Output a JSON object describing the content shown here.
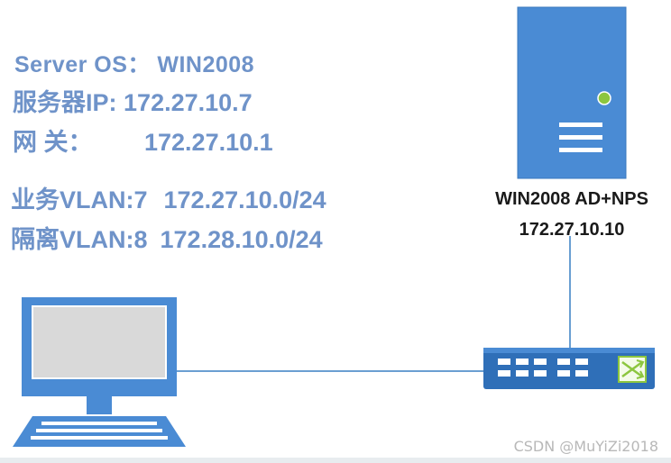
{
  "info": {
    "server_os": "Server OS： WIN2008",
    "server_ip_label": "服务器IP:",
    "server_ip": "172.27.10.7",
    "gateway_label": "网   关：",
    "gateway": "172.27.10.1",
    "vlan_business_label": "业务VLAN:7",
    "vlan_business_net": "172.27.10.0/24",
    "vlan_isolation_label": "隔离VLAN:8",
    "vlan_isolation_net": "172.28.10.0/24"
  },
  "server": {
    "name": "WIN2008 AD+NPS",
    "ip": "172.27.10.10"
  },
  "watermark": "CSDN @MuYiZi2018",
  "colors": {
    "text_blue": "#6f93c9",
    "device_blue": "#4a8bd4",
    "device_dark": "#2f6fb8",
    "switch_accent": "#8cc63f",
    "link_line": "#6a9fd2"
  },
  "icons": [
    "server-icon",
    "switch-icon",
    "computer-icon"
  ]
}
